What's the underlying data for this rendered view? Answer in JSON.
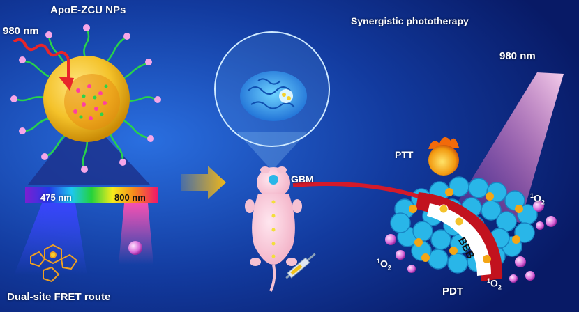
{
  "title": "ApoE-ZCU NPs",
  "laser_left": "980 nm",
  "laser_right": "980 nm",
  "synergy_heading": "Synergistic phototherapy",
  "spectrum": {
    "left": "475 nm",
    "right": "800 nm"
  },
  "route_caption": "Dual-site FRET route",
  "tumor_label": "GBM",
  "ptt_label": "PTT",
  "pdt_label": "PDT",
  "barrier_label": "BBB",
  "singlet_oxygen": {
    "superscript": "1",
    "species": "O",
    "subscript": "2"
  },
  "colors": {
    "background_light": "#2a6fe0",
    "background_dark": "#081a66",
    "nanoparticle": "#f4c22a",
    "ligand": "#27d34a",
    "arrow": "#f0b81a",
    "tumor_cells": "#29b6e8"
  }
}
